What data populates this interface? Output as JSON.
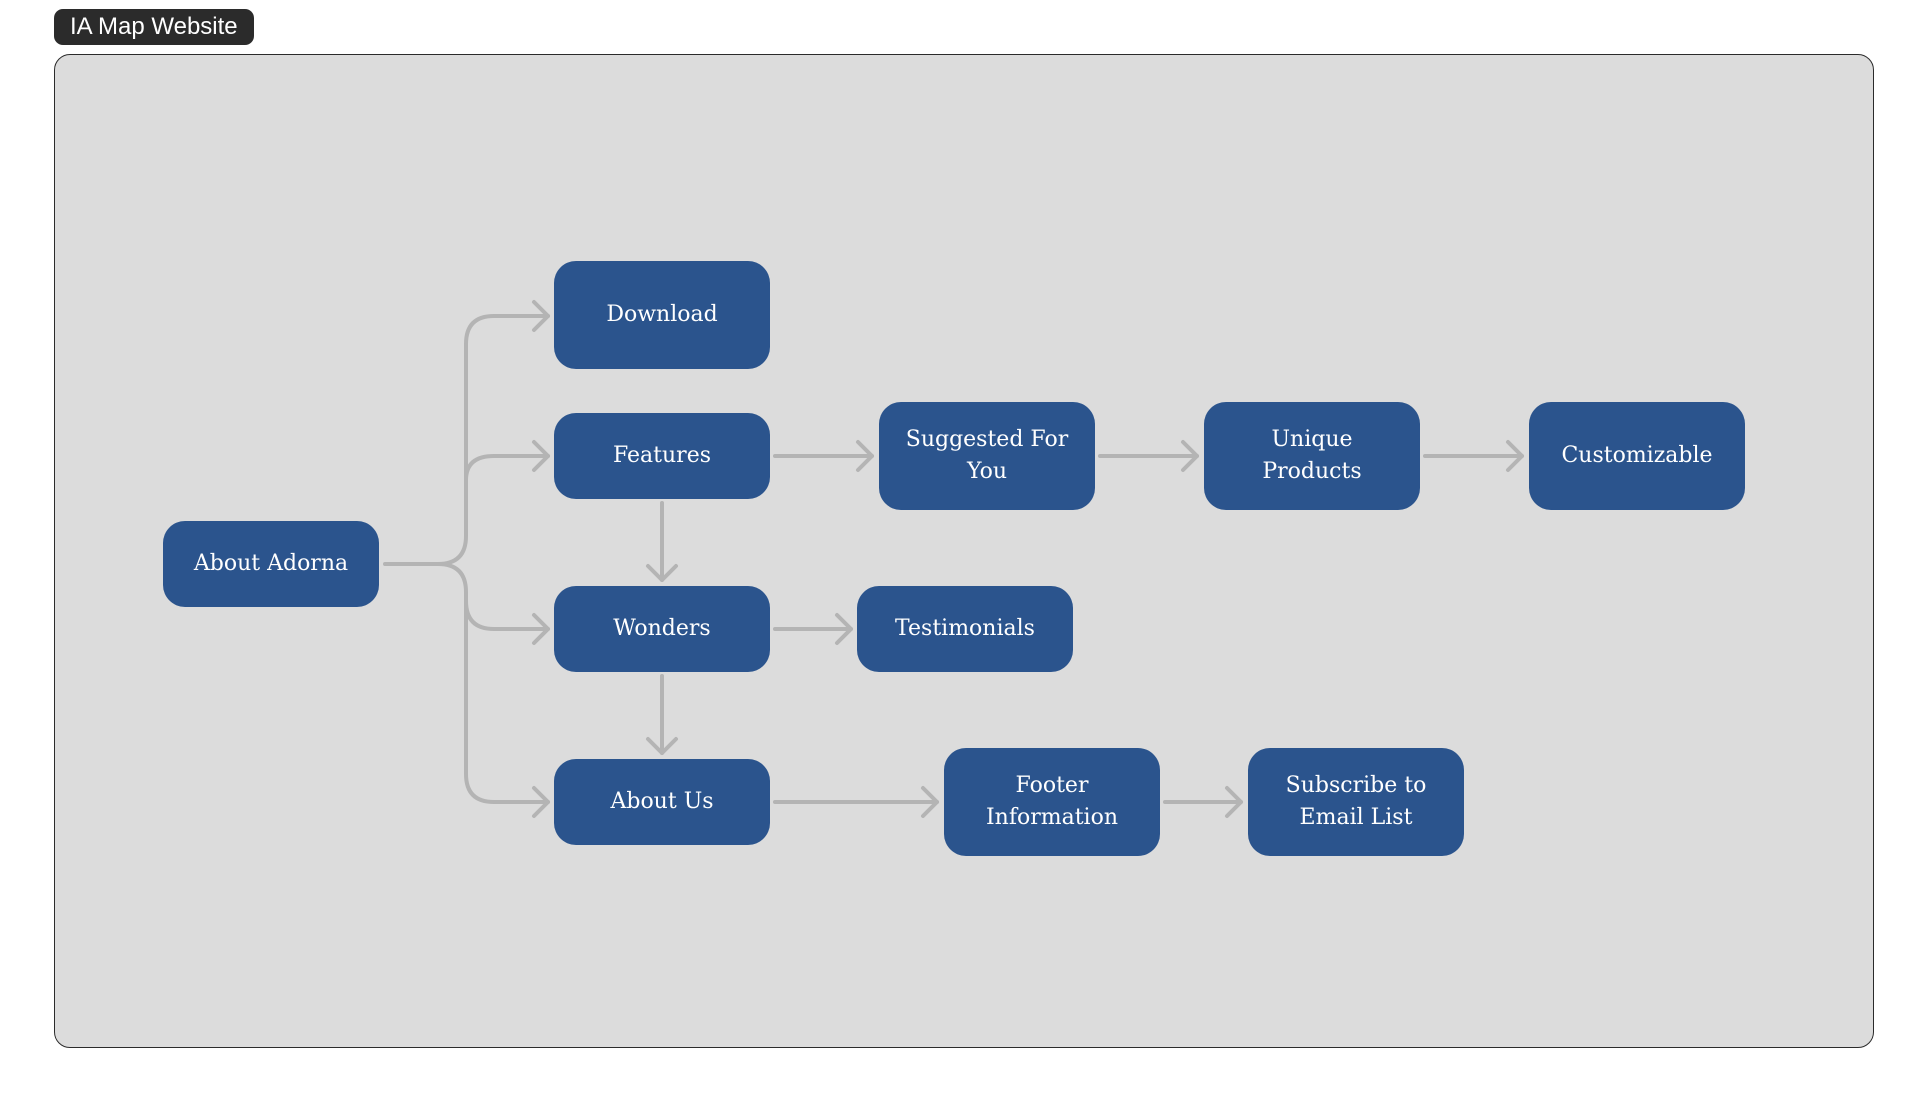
{
  "frame": {
    "title": "IA Map Website"
  },
  "colors": {
    "canvas_background": "#dcdcdc",
    "node_fill": "#2b548d",
    "node_text": "#ffffff",
    "connector": "#b4b4b4",
    "label_background": "#2b2b2b"
  },
  "nodes": {
    "about_adorna": "About Adorna",
    "download": "Download",
    "features": "Features",
    "wonders": "Wonders",
    "about_us": "About Us",
    "suggested_for_you": "Suggested For You",
    "unique_products": "Unique Products",
    "customizable": "Customizable",
    "testimonials": "Testimonials",
    "footer_information": "Footer Information",
    "subscribe_to_email_list": "Subscribe to Email List"
  },
  "edges": [
    [
      "About Adorna",
      "Download"
    ],
    [
      "About Adorna",
      "Features"
    ],
    [
      "About Adorna",
      "Wonders"
    ],
    [
      "About Adorna",
      "About Us"
    ],
    [
      "Features",
      "Suggested For You"
    ],
    [
      "Suggested For You",
      "Unique Products"
    ],
    [
      "Unique Products",
      "Customizable"
    ],
    [
      "Features",
      "Wonders"
    ],
    [
      "Wonders",
      "Testimonials"
    ],
    [
      "Wonders",
      "About Us"
    ],
    [
      "About Us",
      "Footer Information"
    ],
    [
      "Footer Information",
      "Subscribe to Email List"
    ]
  ]
}
